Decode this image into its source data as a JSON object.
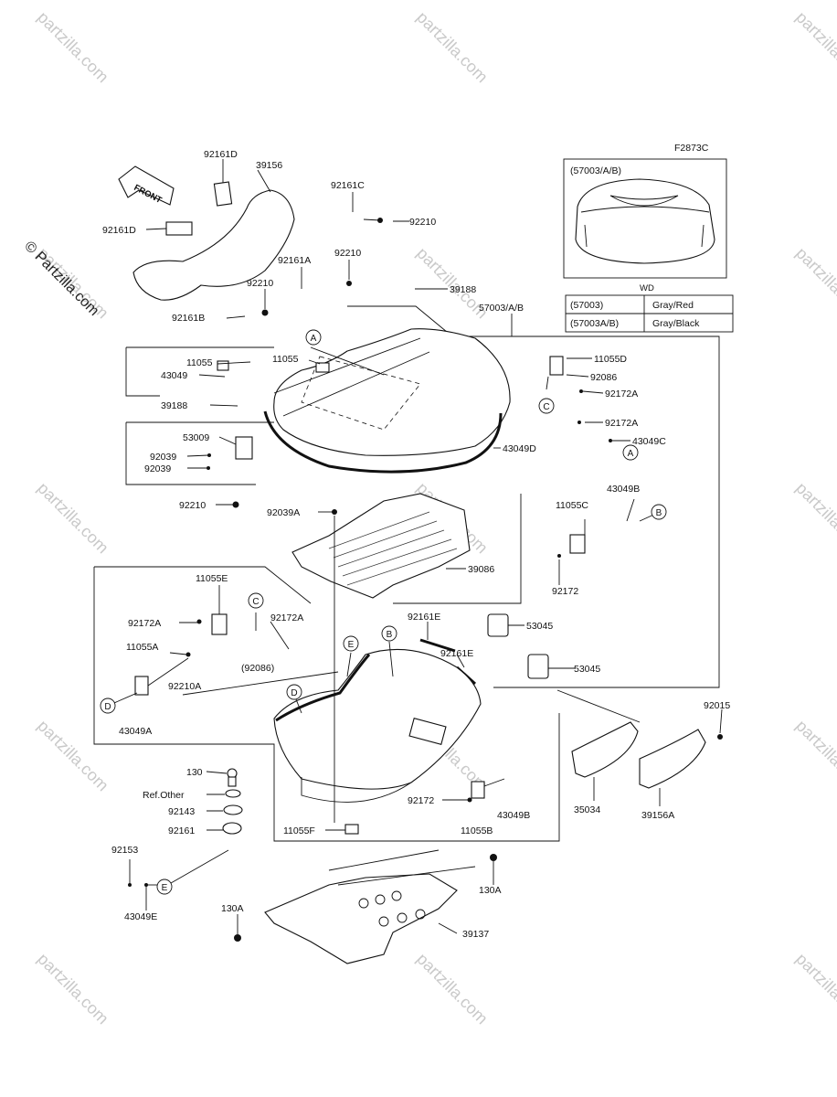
{
  "watermark": {
    "site": "partzilla.com",
    "copyright_symbol": "©",
    "side_text": "© Partzilla.com"
  },
  "figure_code": "F2873C",
  "front_label": "FRONT",
  "inset": {
    "model_label": "(57003/A/B)"
  },
  "color_table": {
    "header": "WD",
    "rows": [
      {
        "part": "(57003)",
        "color": "Gray/Red"
      },
      {
        "part": "(57003A/B)",
        "color": "Gray/Black"
      }
    ]
  },
  "callouts": {
    "a": "A",
    "b": "B",
    "c": "C",
    "d": "D",
    "e": "E"
  },
  "labels": {
    "p92161D_top": "92161D",
    "p39156": "39156",
    "p92161D_left": "92161D",
    "p92161C": "92161C",
    "p92210_c": "92210",
    "p92161A": "92161A",
    "p92210_a": "92210",
    "p92210_b": "92210",
    "p92161B": "92161B",
    "p39188_top": "39188",
    "p57003AB": "57003/A/B",
    "p11055_left": "11055",
    "p11055_mid": "11055",
    "p43049": "43049",
    "p11055D": "11055D",
    "p92086": "92086",
    "p92172A_c": "92172A",
    "p39188_left": "39188",
    "p92172A_r": "92172A",
    "p43049C": "43049C",
    "p53009": "53009",
    "p43049D": "43049D",
    "p92039_a": "92039",
    "p92039_b": "92039",
    "p43049B_top": "43049B",
    "p11055C": "11055C",
    "p92210_low": "92210",
    "p92039A": "92039A",
    "p39086": "39086",
    "p92172": "92172",
    "p11055E": "11055E",
    "p92161E_a": "92161E",
    "p53045_a": "53045",
    "p92172A_l": "92172A",
    "p92172A_m": "92172A",
    "p92161E_b": "92161E",
    "p53045_b": "53045",
    "p11055A": "11055A",
    "p92210A": "92210A",
    "p92086_paren": "(92086)",
    "p92015": "92015",
    "p43049A": "43049A",
    "p130": "130",
    "p_ref_other": "Ref.Other",
    "p92143": "92143",
    "p92161": "92161",
    "p92172_low": "92172",
    "p43049B_low": "43049B",
    "p35034": "35034",
    "p39156A": "39156A",
    "p11055F": "11055F",
    "p11055B": "11055B",
    "p92153": "92153",
    "p130A_r": "130A",
    "p43049E": "43049E",
    "p130A_l": "130A",
    "p39137": "39137"
  }
}
